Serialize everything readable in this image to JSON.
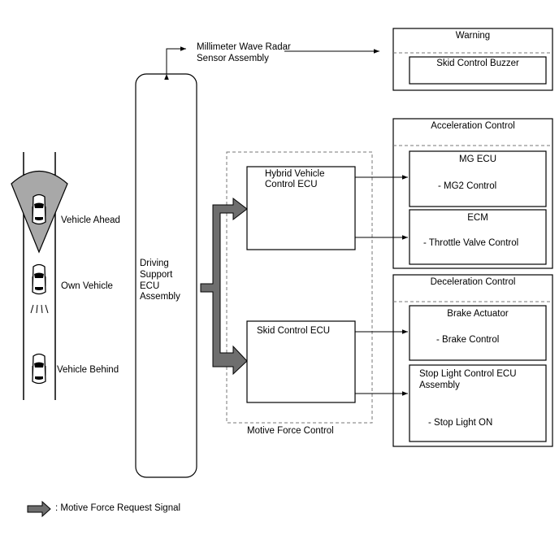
{
  "radar_label_line1": "Millimeter Wave Radar",
  "radar_label_line2": "Sensor Assembly",
  "driving_ecu": {
    "line1": "Driving",
    "line2": "Support",
    "line3": "ECU",
    "line4": "Assembly"
  },
  "vehicles": {
    "ahead": "Vehicle Ahead",
    "own": "Own Vehicle",
    "behind": "Vehicle Behind"
  },
  "motive_force_control": {
    "label": "Motive Force Control",
    "hybrid_line1": "Hybrid Vehicle",
    "hybrid_line2": "Control ECU",
    "skid": "Skid Control ECU"
  },
  "warning": {
    "title": "Warning",
    "buzzer": "Skid Control Buzzer"
  },
  "acceleration": {
    "title": "Acceleration Control",
    "mg_title": "MG ECU",
    "mg_item": "- MG2 Control",
    "ecm_title": "ECM",
    "ecm_item": "- Throttle Valve Control"
  },
  "deceleration": {
    "title": "Deceleration Control",
    "brake_title": "Brake Actuator",
    "brake_item": "- Brake Control",
    "stop_line1": "Stop Light Control ECU",
    "stop_line2": "Assembly",
    "stop_item": "- Stop Light ON"
  },
  "legend": ": Motive Force Request Signal",
  "colors": {
    "line": "#000000",
    "signal_arrow_fill": "#6e6e6e",
    "radar_cone": "#a8a8a8",
    "dash": "#777777"
  }
}
